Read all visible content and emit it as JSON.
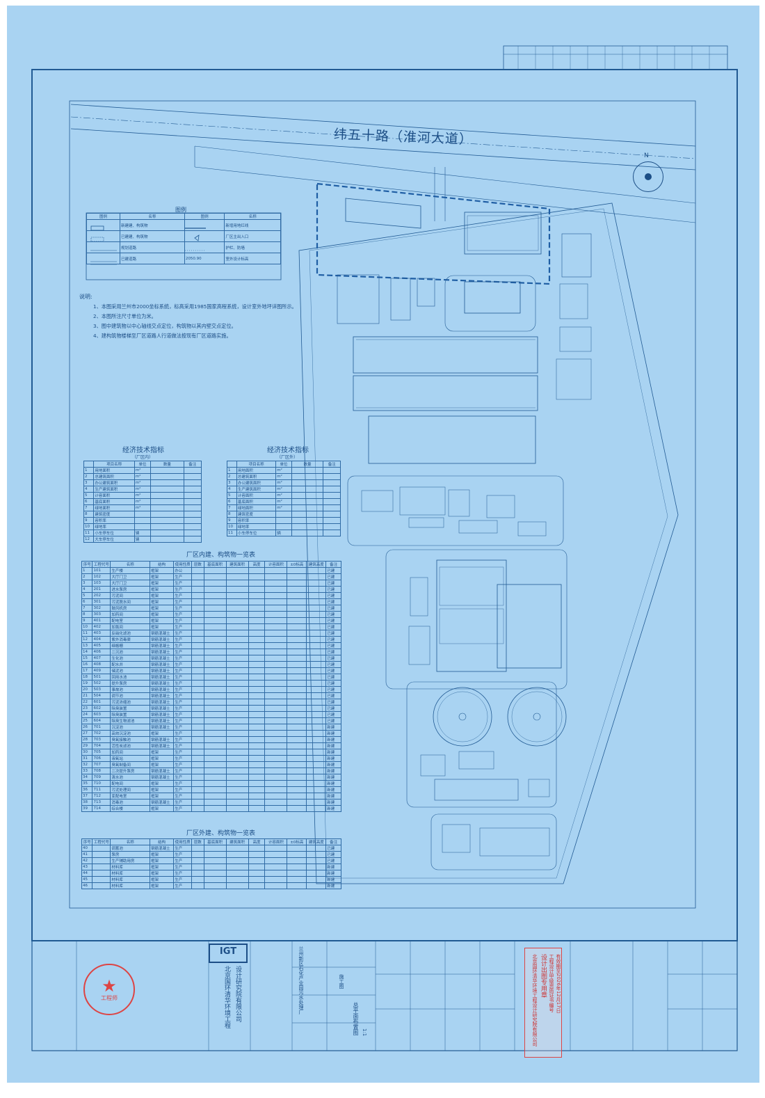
{
  "road_label": "纬五十路（淮河大道）",
  "north_label": "N",
  "legend": {
    "title": "图例",
    "headers": [
      "图例",
      "名称",
      "图例",
      "名称"
    ],
    "rows": [
      [
        "",
        "新建建、构筑物",
        "",
        "新增用地红线"
      ],
      [
        "",
        "已建建、构筑物",
        "",
        "厂区主出入口"
      ],
      [
        "",
        "规划道路",
        "",
        "护栏、防墙"
      ],
      [
        "",
        "已建道路",
        "2050.90",
        "室外设计标高"
      ]
    ]
  },
  "notes": {
    "title": "说明:",
    "items": [
      "1、本图采用兰州市2000坐标系统，标高采用1985国家高程系统，设计室外地坪详图所示。",
      "2、本图所注尺寸单位为米。",
      "3、图中建筑物以中心轴线交点定位，构筑物以其内壁交点定位。",
      "4、建构筑物楼梯至厂区道路人行道做法按现有厂区道路实施。"
    ]
  },
  "econ_in": {
    "title": "经济技术指标",
    "subtitle": "（厂区内）",
    "headers": [
      "",
      "项目名称",
      "单位",
      "数量",
      "备注"
    ],
    "rows": [
      [
        "1",
        "用地面积",
        "m²",
        "",
        ""
      ],
      [
        "2",
        "总建筑面积",
        "m²",
        "",
        ""
      ],
      [
        "3",
        "办公建筑面积",
        "m²",
        "",
        ""
      ],
      [
        "4",
        "生产建筑面积",
        "m²",
        "",
        ""
      ],
      [
        "5",
        "计容面积",
        "m²",
        "",
        ""
      ],
      [
        "6",
        "基底面积",
        "m²",
        "",
        ""
      ],
      [
        "7",
        "绿地面积",
        "m²",
        "",
        ""
      ],
      [
        "8",
        "建筑密度",
        "",
        "",
        ""
      ],
      [
        "9",
        "容积率",
        "",
        "",
        ""
      ],
      [
        "10",
        "绿地率",
        "",
        "",
        ""
      ],
      [
        "11",
        "小车停车位",
        "辆",
        "",
        ""
      ],
      [
        "12",
        "大车停车位",
        "辆",
        "",
        ""
      ]
    ]
  },
  "econ_out": {
    "title": "经济技术指标",
    "subtitle": "（厂区外）",
    "headers": [
      "",
      "项目名称",
      "单位",
      "数量",
      "备注"
    ],
    "rows": [
      [
        "1",
        "用地面积",
        "m²",
        "",
        ""
      ],
      [
        "2",
        "总建筑面积",
        "m²",
        "",
        ""
      ],
      [
        "3",
        "办公建筑面积",
        "m²",
        "",
        ""
      ],
      [
        "4",
        "生产建筑面积",
        "m²",
        "",
        ""
      ],
      [
        "5",
        "计容面积",
        "m²",
        "",
        ""
      ],
      [
        "6",
        "基底面积",
        "m²",
        "",
        ""
      ],
      [
        "7",
        "绿地面积",
        "m²",
        "",
        ""
      ],
      [
        "8",
        "建筑密度",
        "",
        "",
        ""
      ],
      [
        "9",
        "容积率",
        "",
        "",
        ""
      ],
      [
        "10",
        "绿地率",
        "",
        "",
        ""
      ],
      [
        "11",
        "小车停车位",
        "辆",
        "",
        ""
      ]
    ]
  },
  "building_in": {
    "title": "厂区内建、构筑物一览表",
    "headers": [
      "序号",
      "工程代号",
      "名称",
      "结构",
      "使用性质",
      "层数",
      "基底面积",
      "建筑面积",
      "高度",
      "计容面积",
      "±0标高",
      "建筑高度",
      "备注"
    ],
    "rows": [
      [
        "1",
        "101",
        "生产楼",
        "框架",
        "办公",
        "",
        "",
        "",
        "",
        "",
        "",
        "",
        "已建"
      ],
      [
        "2",
        "102",
        "大厅门卫",
        "框架",
        "生产",
        "",
        "",
        "",
        "",
        "",
        "",
        "",
        "已建"
      ],
      [
        "3",
        "103",
        "大厅门卫",
        "框架",
        "生产",
        "",
        "",
        "",
        "",
        "",
        "",
        "",
        "已建"
      ],
      [
        "4",
        "201",
        "进水泵房",
        "框架",
        "生产",
        "",
        "",
        "",
        "",
        "",
        "",
        "",
        "已建"
      ],
      [
        "5",
        "202",
        "污泥间",
        "框架",
        "生产",
        "",
        "",
        "",
        "",
        "",
        "",
        "",
        "已建"
      ],
      [
        "6",
        "301",
        "污泥脱水间",
        "框架",
        "生产",
        "",
        "",
        "",
        "",
        "",
        "",
        "",
        "已建"
      ],
      [
        "7",
        "302",
        "鼓风机房",
        "框架",
        "生产",
        "",
        "",
        "",
        "",
        "",
        "",
        "",
        "已建"
      ],
      [
        "8",
        "303",
        "加药间",
        "框架",
        "生产",
        "",
        "",
        "",
        "",
        "",
        "",
        "",
        "已建"
      ],
      [
        "9",
        "401",
        "配电室",
        "框架",
        "生产",
        "",
        "",
        "",
        "",
        "",
        "",
        "",
        "已建"
      ],
      [
        "10",
        "402",
        "加氯间",
        "框架",
        "生产",
        "",
        "",
        "",
        "",
        "",
        "",
        "",
        "已建"
      ],
      [
        "11",
        "403",
        "反硝化滤池",
        "钢筋混凝土",
        "生产",
        "",
        "",
        "",
        "",
        "",
        "",
        "",
        "已建"
      ],
      [
        "12",
        "404",
        "紫外消毒渠",
        "钢筋混凝土",
        "生产",
        "",
        "",
        "",
        "",
        "",
        "",
        "",
        "已建"
      ],
      [
        "13",
        "405",
        "细格栅",
        "钢筋混凝土",
        "生产",
        "",
        "",
        "",
        "",
        "",
        "",
        "",
        "已建"
      ],
      [
        "14",
        "406",
        "二沉池",
        "钢筋混凝土",
        "生产",
        "",
        "",
        "",
        "",
        "",
        "",
        "",
        "已建"
      ],
      [
        "15",
        "407",
        "生化池",
        "钢筋混凝土",
        "生产",
        "",
        "",
        "",
        "",
        "",
        "",
        "",
        "已建"
      ],
      [
        "16",
        "408",
        "配水井",
        "钢筋混凝土",
        "生产",
        "",
        "",
        "",
        "",
        "",
        "",
        "",
        "已建"
      ],
      [
        "17",
        "409",
        "储泥池",
        "钢筋混凝土",
        "生产",
        "",
        "",
        "",
        "",
        "",
        "",
        "",
        "已建"
      ],
      [
        "18",
        "501",
        "回用水池",
        "钢筋混凝土",
        "生产",
        "",
        "",
        "",
        "",
        "",
        "",
        "",
        "已建"
      ],
      [
        "19",
        "502",
        "提升泵房",
        "钢筋混凝土",
        "生产",
        "",
        "",
        "",
        "",
        "",
        "",
        "",
        "已建"
      ],
      [
        "20",
        "503",
        "事故池",
        "钢筋混凝土",
        "生产",
        "",
        "",
        "",
        "",
        "",
        "",
        "",
        "已建"
      ],
      [
        "21",
        "504",
        "调节池",
        "钢筋混凝土",
        "生产",
        "",
        "",
        "",
        "",
        "",
        "",
        "",
        "已建"
      ],
      [
        "22",
        "601",
        "污泥浓缩池",
        "钢筋混凝土",
        "生产",
        "",
        "",
        "",
        "",
        "",
        "",
        "",
        "已建"
      ],
      [
        "23",
        "602",
        "除臭装置",
        "钢筋混凝土",
        "生产",
        "",
        "",
        "",
        "",
        "",
        "",
        "",
        "已建"
      ],
      [
        "24",
        "603",
        "除臭装置",
        "钢筋混凝土",
        "生产",
        "",
        "",
        "",
        "",
        "",
        "",
        "",
        "已建"
      ],
      [
        "25",
        "604",
        "除臭生物滤池",
        "钢筋混凝土",
        "生产",
        "",
        "",
        "",
        "",
        "",
        "",
        "",
        "已建"
      ],
      [
        "26",
        "701",
        "沉淀池",
        "钢筋混凝土",
        "生产",
        "",
        "",
        "",
        "",
        "",
        "",
        "",
        "新建"
      ],
      [
        "27",
        "702",
        "高效沉淀池",
        "框架",
        "生产",
        "",
        "",
        "",
        "",
        "",
        "",
        "",
        "新建"
      ],
      [
        "28",
        "703",
        "臭氧接触池",
        "钢筋混凝土",
        "生产",
        "",
        "",
        "",
        "",
        "",
        "",
        "",
        "新建"
      ],
      [
        "29",
        "704",
        "活性炭滤池",
        "钢筋混凝土",
        "生产",
        "",
        "",
        "",
        "",
        "",
        "",
        "",
        "新建"
      ],
      [
        "30",
        "705",
        "加药间",
        "框架",
        "生产",
        "",
        "",
        "",
        "",
        "",
        "",
        "",
        "新建"
      ],
      [
        "31",
        "706",
        "液氧站",
        "框架",
        "生产",
        "",
        "",
        "",
        "",
        "",
        "",
        "",
        "新建"
      ],
      [
        "32",
        "707",
        "臭氧制备间",
        "框架",
        "生产",
        "",
        "",
        "",
        "",
        "",
        "",
        "",
        "新建"
      ],
      [
        "33",
        "708",
        "二次提升泵房",
        "钢筋混凝土",
        "生产",
        "",
        "",
        "",
        "",
        "",
        "",
        "",
        "新建"
      ],
      [
        "34",
        "709",
        "清水池",
        "钢筋混凝土",
        "生产",
        "",
        "",
        "",
        "",
        "",
        "",
        "",
        "新建"
      ],
      [
        "35",
        "710",
        "配电间",
        "框架",
        "生产",
        "",
        "",
        "",
        "",
        "",
        "",
        "",
        "新建"
      ],
      [
        "36",
        "711",
        "污泥处理间",
        "框架",
        "生产",
        "",
        "",
        "",
        "",
        "",
        "",
        "",
        "新建"
      ],
      [
        "37",
        "712",
        "变配电室",
        "框架",
        "生产",
        "",
        "",
        "",
        "",
        "",
        "",
        "",
        "新建"
      ],
      [
        "38",
        "713",
        "消毒池",
        "钢筋混凝土",
        "生产",
        "",
        "",
        "",
        "",
        "",
        "",
        "",
        "新建"
      ],
      [
        "39",
        "714",
        "综合楼",
        "框架",
        "生产",
        "",
        "",
        "",
        "",
        "",
        "",
        "",
        "新建"
      ]
    ]
  },
  "building_out": {
    "title": "厂区外建、构筑物一览表",
    "headers": [
      "序号",
      "工程代号",
      "名称",
      "结构",
      "使用性质",
      "层数",
      "基底面积",
      "建筑面积",
      "高度",
      "计容面积",
      "±0标高",
      "建筑高度",
      "备注"
    ],
    "rows": [
      [
        "40",
        "",
        "调蓄池",
        "钢筋混凝土",
        "生产",
        "",
        "",
        "",
        "",
        "",
        "",
        "",
        "已建"
      ],
      [
        "41",
        "",
        "泵房",
        "框架",
        "生产",
        "",
        "",
        "",
        "",
        "",
        "",
        "",
        "已建"
      ],
      [
        "42",
        "",
        "生产辅助用房",
        "框架",
        "生产",
        "",
        "",
        "",
        "",
        "",
        "",
        "",
        "已建"
      ],
      [
        "43",
        "",
        "材料库",
        "框架",
        "生产",
        "",
        "",
        "",
        "",
        "",
        "",
        "",
        "新建"
      ],
      [
        "44",
        "",
        "材料库",
        "框架",
        "生产",
        "",
        "",
        "",
        "",
        "",
        "",
        "",
        "新建"
      ],
      [
        "45",
        "",
        "材料库",
        "框架",
        "生产",
        "",
        "",
        "",
        "",
        "",
        "",
        "",
        "新建"
      ],
      [
        "46",
        "",
        "材料库",
        "框架",
        "生产",
        "",
        "",
        "",
        "",
        "",
        "",
        "",
        "新建"
      ]
    ]
  },
  "title_block": {
    "company_line1": "北京国环清华环境工程",
    "company_line2": "设计研究院有限公司",
    "logo_text": "IGT",
    "project": "兰州新区石化产业园污水处理厂",
    "drawing": "总平面布置图",
    "stage": "施工图",
    "scale": "1:1",
    "stamp_lines": [
      "北京国环清华环境工程设计研究院有限公司",
      "设计出图专用章",
      "工程设计甲级资质证书编号",
      "有效期至2026年12月17日"
    ],
    "seal_text": "工程师"
  }
}
